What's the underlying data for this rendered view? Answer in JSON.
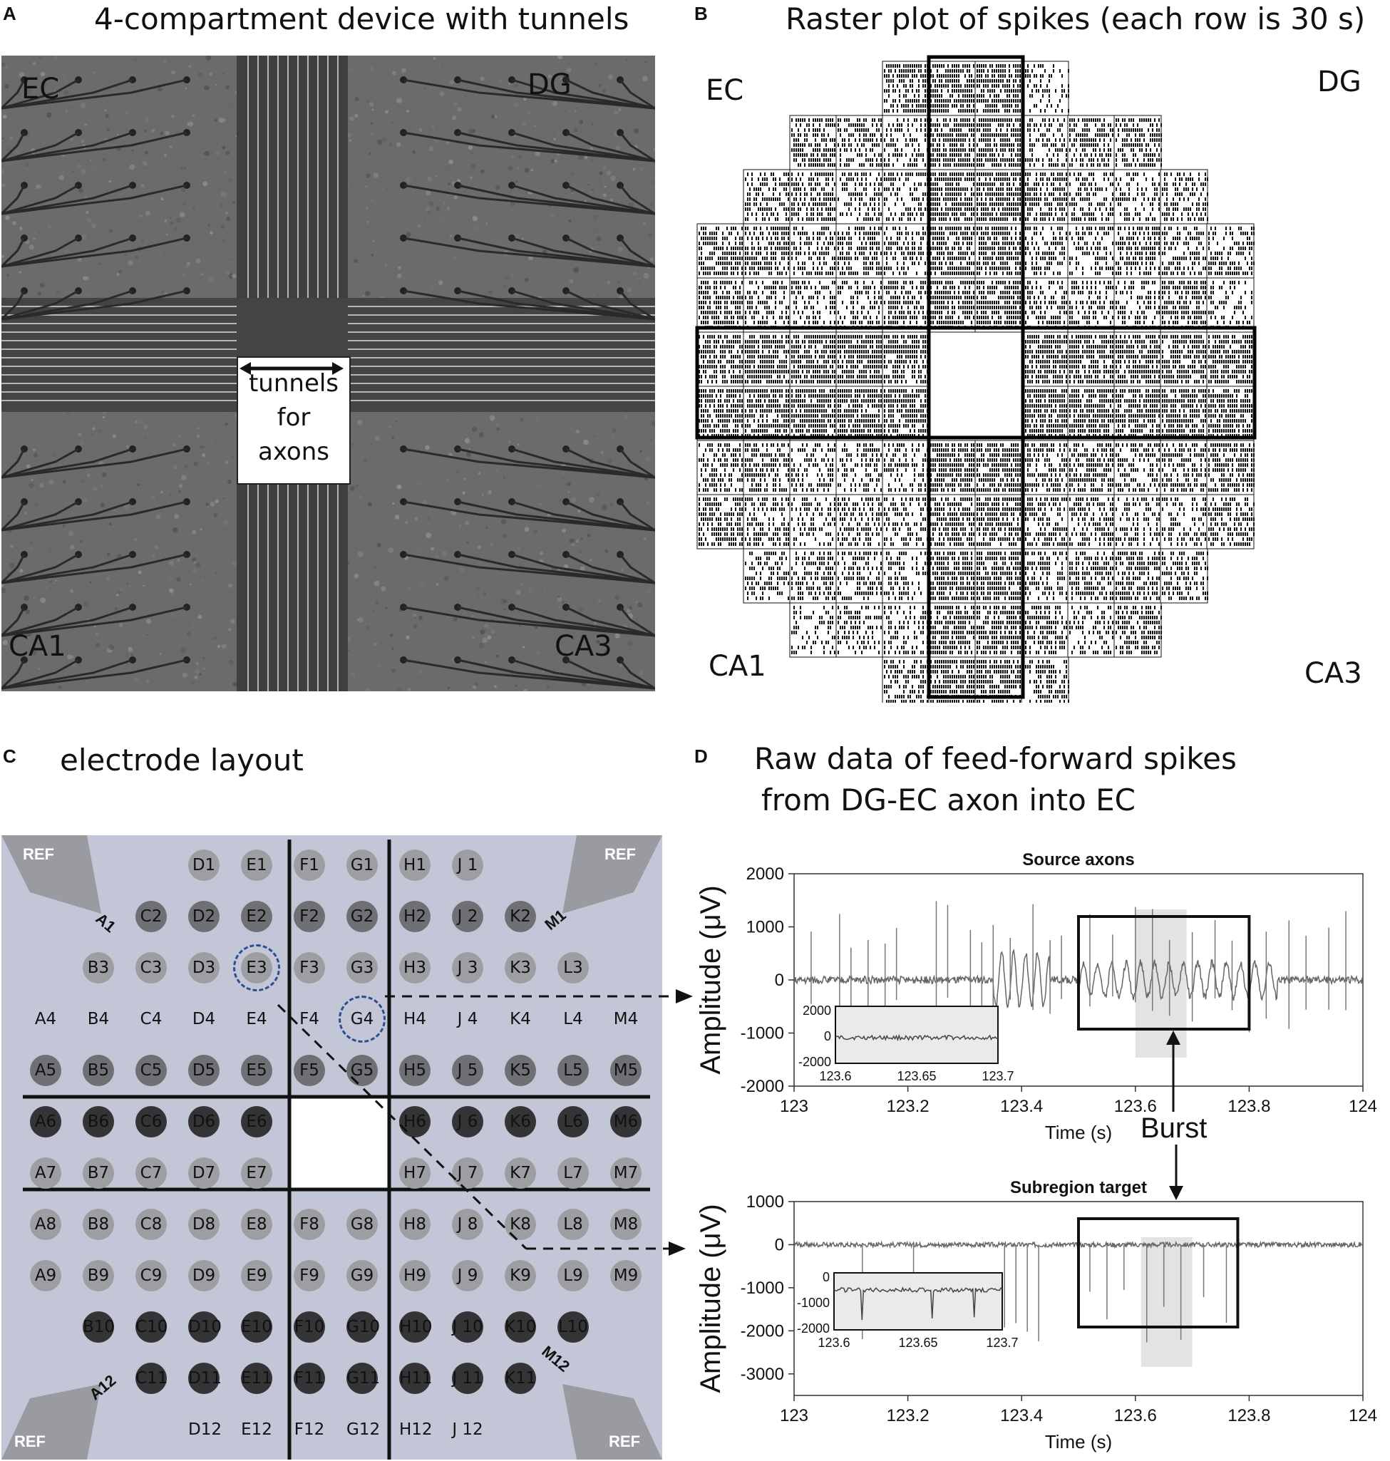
{
  "panels": {
    "a": {
      "letter": "A",
      "title": "4-compartment device with tunnels"
    },
    "b": {
      "letter": "B",
      "title": "Raster plot of spikes (each row is 30 s)"
    },
    "c": {
      "letter": "C",
      "title": "electrode layout"
    },
    "d": {
      "letter": "D",
      "title_line1": "Raw data of feed-forward spikes",
      "title_line2": "from DG-EC axon into EC"
    }
  },
  "regions": {
    "ec": "EC",
    "dg": "DG",
    "ca1": "CA1",
    "ca3": "CA3"
  },
  "tunnel_label": {
    "line1": "tunnels",
    "line2": "for axons"
  },
  "mea": {
    "ref": "REF",
    "corners": {
      "a1": "A1",
      "m1": "M1",
      "a12": "A12",
      "m12": "M12"
    },
    "highlighted": [
      "E3",
      "G4"
    ],
    "columns": [
      "A",
      "B",
      "C",
      "D",
      "E",
      "F",
      "G",
      "H",
      "J",
      "K",
      "L",
      "M"
    ],
    "rows": [
      {
        "r": 1,
        "cells": [
          null,
          null,
          null,
          "D1",
          "E1",
          "F1",
          "G1",
          "H1",
          "J 1",
          null,
          null,
          null
        ],
        "shade": "light"
      },
      {
        "r": 2,
        "cells": [
          null,
          null,
          "C2",
          "D2",
          "E2",
          "F2",
          "G2",
          "H2",
          "J 2",
          "K2",
          null,
          null
        ],
        "shade": "mid"
      },
      {
        "r": 3,
        "cells": [
          null,
          "B3",
          "C3",
          "D3",
          "E3",
          "F3",
          "G3",
          "H3",
          "J 3",
          "K3",
          "L3",
          null
        ],
        "shade": "light"
      },
      {
        "r": 4,
        "cells": [
          "A4",
          "B4",
          "C4",
          "D4",
          "E4",
          "F4",
          "G4",
          "H4",
          "J 4",
          "K4",
          "L4",
          "M4"
        ],
        "shade": "none"
      },
      {
        "r": 5,
        "cells": [
          "A5",
          "B5",
          "C5",
          "D5",
          "E5",
          "F5",
          "G5",
          "H5",
          "J 5",
          "K5",
          "L5",
          "M5"
        ],
        "shade": "mid"
      },
      {
        "r": 6,
        "cells": [
          "A6",
          "B6",
          "C6",
          "D6",
          "E6",
          null,
          null,
          "H6",
          "J 6",
          "K6",
          "L6",
          "M6"
        ],
        "shade": "dark"
      },
      {
        "r": 7,
        "cells": [
          "A7",
          "B7",
          "C7",
          "D7",
          "E7",
          null,
          null,
          "H7",
          "J 7",
          "K7",
          "L7",
          "M7"
        ],
        "shade": "light"
      },
      {
        "r": 8,
        "cells": [
          "A8",
          "B8",
          "C8",
          "D8",
          "E8",
          "F8",
          "G8",
          "H8",
          "J 8",
          "K8",
          "L8",
          "M8"
        ],
        "shade": "light"
      },
      {
        "r": 9,
        "cells": [
          "A9",
          "B9",
          "C9",
          "D9",
          "E9",
          "F9",
          "G9",
          "H9",
          "J 9",
          "K9",
          "L9",
          "M9"
        ],
        "shade": "light"
      },
      {
        "r": 10,
        "cells": [
          null,
          "B10",
          "C10",
          "D10",
          "E10",
          "F10",
          "G10",
          "H10",
          "J 10",
          "K10",
          "L10",
          null
        ],
        "shade": "dark"
      },
      {
        "r": 11,
        "cells": [
          null,
          null,
          "C11",
          "D11",
          "E11",
          "F11",
          "G11",
          "H11",
          "J 11",
          "K11",
          null,
          null
        ],
        "shade": "dark"
      },
      {
        "r": 12,
        "cells": [
          null,
          null,
          null,
          "D12",
          "E12",
          "F12",
          "G12",
          "H12",
          "J 12",
          null,
          null,
          null
        ],
        "shade": "none"
      }
    ]
  },
  "traces": {
    "ylabel": "Amplitude (μV)",
    "xlabel": "Time (s)",
    "burst_label": "Burst"
  },
  "chart_data": [
    {
      "type": "line",
      "title": "Source axons",
      "xlabel": "Time (s)",
      "ylabel": "Amplitude (μV)",
      "xlim": [
        123,
        124
      ],
      "ylim": [
        -2000,
        2000
      ],
      "xticks": [
        123,
        123.2,
        123.4,
        123.6,
        123.8,
        124
      ],
      "yticks": [
        2000,
        1000,
        0,
        -1000,
        -2000
      ],
      "highlight_box": [
        123.5,
        123.8
      ],
      "shaded_band": [
        123.6,
        123.69
      ],
      "inset": {
        "xticks": [
          123.6,
          123.65,
          123.7
        ],
        "yticks": [
          2000,
          0,
          -2000
        ]
      },
      "spike_times": [
        123.03,
        123.08,
        123.1,
        123.13,
        123.16,
        123.18,
        123.25,
        123.27,
        123.31,
        123.33,
        123.35,
        123.38,
        123.42,
        123.45,
        123.47,
        123.52,
        123.56,
        123.6,
        123.63,
        123.66,
        123.7,
        123.74,
        123.77,
        123.8,
        123.83,
        123.87,
        123.9,
        123.94,
        123.97
      ]
    },
    {
      "type": "line",
      "title": "Subregion target",
      "xlabel": "Time (s)",
      "ylabel": "Amplitude (μV)",
      "xlim": [
        123,
        124
      ],
      "ylim": [
        -3500,
        1000
      ],
      "xticks": [
        123,
        123.2,
        123.4,
        123.6,
        123.8,
        124
      ],
      "yticks": [
        1000,
        0,
        -1000,
        -2000,
        -3000
      ],
      "highlight_box": [
        123.5,
        123.78
      ],
      "shaded_band": [
        123.61,
        123.7
      ],
      "inset": {
        "xticks": [
          123.6,
          123.65,
          123.7
        ],
        "yticks": [
          0,
          -1000,
          -2000
        ]
      },
      "spike_times": [
        123.12,
        123.21,
        123.37,
        123.39,
        123.41,
        123.43,
        123.52,
        123.55,
        123.58,
        123.62,
        123.65,
        123.68,
        123.72,
        123.76
      ]
    }
  ]
}
